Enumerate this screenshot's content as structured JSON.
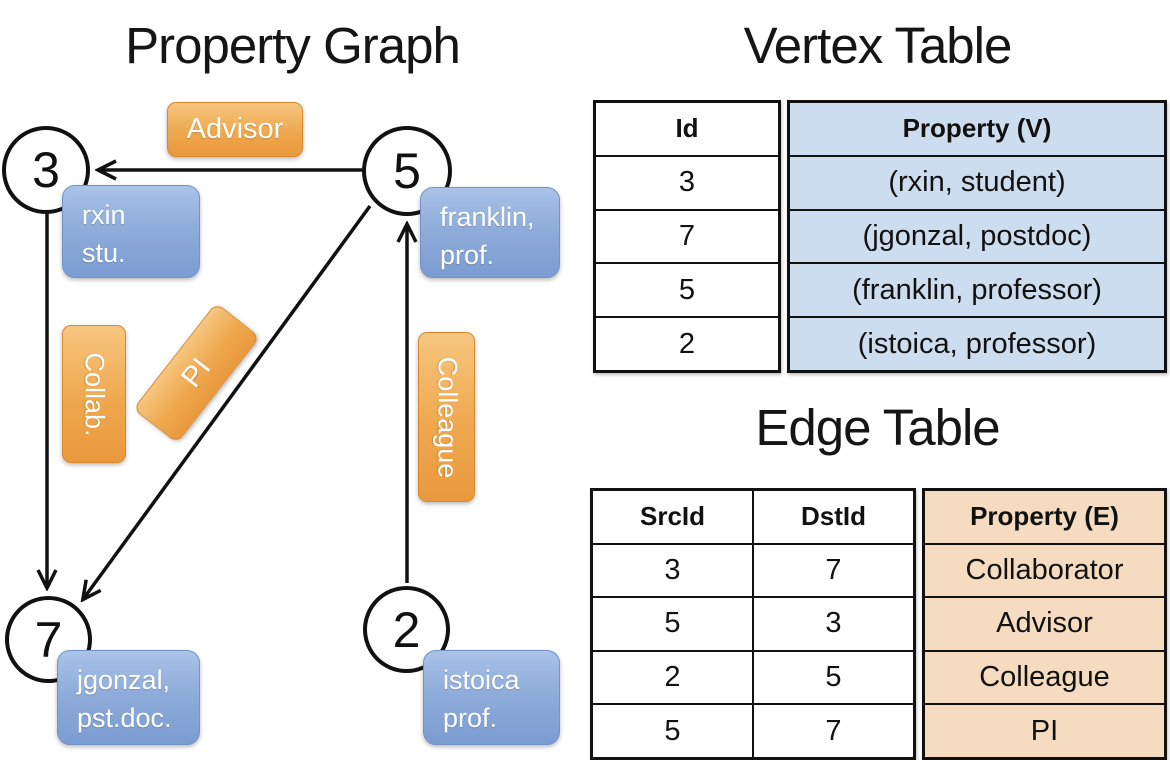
{
  "graph": {
    "title": "Property Graph",
    "nodes": [
      {
        "id": "3",
        "prop1": "rxin",
        "prop2": "stu."
      },
      {
        "id": "5",
        "prop1": "franklin,",
        "prop2": "prof."
      },
      {
        "id": "7",
        "prop1": "jgonzal,",
        "prop2": "pst.doc."
      },
      {
        "id": "2",
        "prop1": "istoica",
        "prop2": "prof."
      }
    ],
    "edges": [
      {
        "src": "5",
        "dst": "3",
        "label": "Advisor"
      },
      {
        "src": "3",
        "dst": "7",
        "label": "Collab."
      },
      {
        "src": "5",
        "dst": "7",
        "label": "PI"
      },
      {
        "src": "2",
        "dst": "5",
        "label": "Colleague"
      }
    ]
  },
  "vertex_table": {
    "title": "Vertex Table",
    "columns": [
      "Id",
      "Property (V)"
    ],
    "rows": [
      [
        "3",
        "(rxin, student)"
      ],
      [
        "7",
        "(jgonzal, postdoc)"
      ],
      [
        "5",
        "(franklin, professor)"
      ],
      [
        "2",
        "(istoica, professor)"
      ]
    ]
  },
  "edge_table": {
    "title": "Edge Table",
    "columns": [
      "SrcId",
      "DstId",
      "Property (E)"
    ],
    "rows": [
      [
        "3",
        "7",
        "Collaborator"
      ],
      [
        "5",
        "3",
        "Advisor"
      ],
      [
        "2",
        "5",
        "Colleague"
      ],
      [
        "5",
        "7",
        "PI"
      ]
    ]
  },
  "colors": {
    "edge_label_orange": "#efa84e",
    "node_property_blue": "#8fadda",
    "vertex_property_bg": "#cdddf0",
    "edge_property_bg": "#f5dbc0",
    "line_black": "#111111",
    "background": "#ffffff"
  }
}
